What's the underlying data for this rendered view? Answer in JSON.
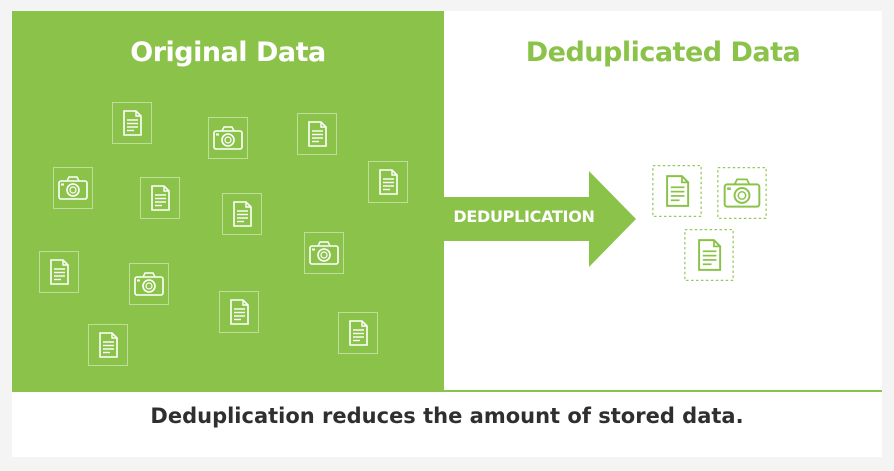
{
  "left_panel": {
    "title": "Original Data",
    "icons": [
      "document-icon",
      "camera-icon",
      "document-icon",
      "document-icon",
      "camera-icon",
      "document-icon",
      "document-icon",
      "camera-icon",
      "document-icon",
      "camera-icon",
      "document-icon",
      "document-icon",
      "document-icon"
    ]
  },
  "right_panel": {
    "title": "Deduplicated Data",
    "icons": [
      "document-icon",
      "camera-icon",
      "document-icon"
    ]
  },
  "arrow": {
    "label": "DEDUPLICATION"
  },
  "caption": "Deduplication reduces the amount of stored data.",
  "colors": {
    "green": "#8bc34a",
    "white": "#ffffff",
    "caption_text": "#2f2f2f"
  }
}
